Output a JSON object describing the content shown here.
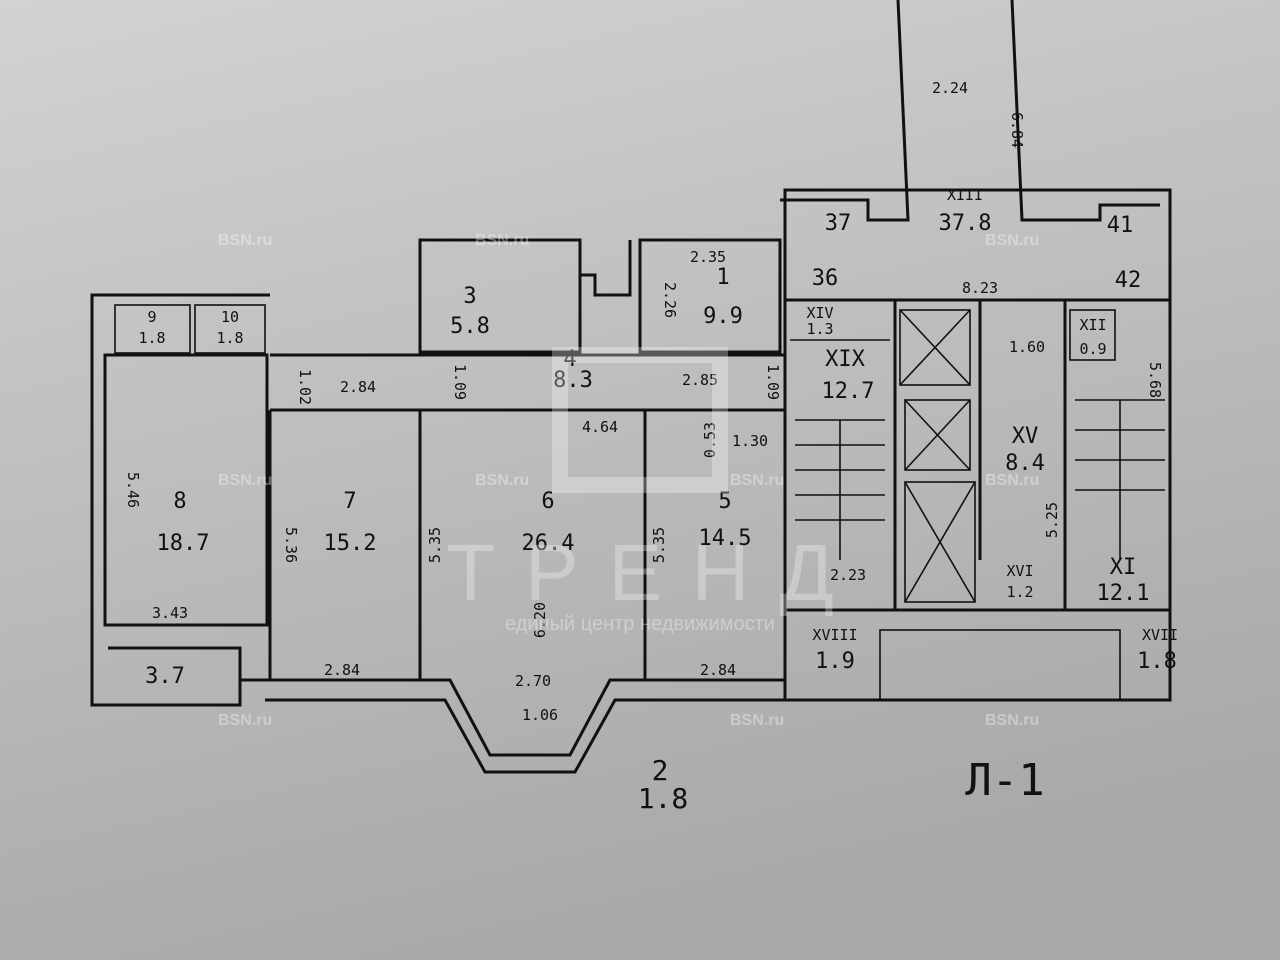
{
  "plan_id": "Л-1",
  "rooms": [
    {
      "num": "1",
      "area": "9.9"
    },
    {
      "num": "2",
      "area": "1.8"
    },
    {
      "num": "3",
      "area": "5.8"
    },
    {
      "num": "4",
      "area": "8.3"
    },
    {
      "num": "5",
      "area": "14.5"
    },
    {
      "num": "6",
      "area": "26.4"
    },
    {
      "num": "7",
      "area": "15.2"
    },
    {
      "num": "8",
      "area": "18.7"
    },
    {
      "num": "9",
      "area": "1.8"
    },
    {
      "num": "10",
      "area": "1.8"
    },
    {
      "num": "XIII",
      "area": "37.8"
    },
    {
      "num": "XIV",
      "area": "1.3"
    },
    {
      "num": "XIX",
      "area": "12.7"
    },
    {
      "num": "XII",
      "area": "0.9"
    },
    {
      "num": "XV",
      "area": "8.4"
    },
    {
      "num": "XVI",
      "area": "1.2"
    },
    {
      "num": "XI",
      "area": "12.1"
    },
    {
      "num": "XVIII",
      "area": "1.9"
    },
    {
      "num": "XVII",
      "area": "1.8"
    }
  ],
  "balcony_area": "3.7",
  "marks": [
    "37",
    "36",
    "41",
    "42"
  ],
  "dimensions": [
    "2.24",
    "6.84",
    "8.23",
    "2.35",
    "2.26",
    "1.60",
    "5.68",
    "1.02",
    "2.84",
    "1.09",
    "2.85",
    "1.09",
    "4.64",
    "0.53",
    "1.30",
    "5.46",
    "5.36",
    "5.35",
    "5.35",
    "6.20",
    "2.23",
    "5.25",
    "3.43",
    "2.84",
    "2.70",
    "2.84",
    "1.06"
  ],
  "watermarks": {
    "brand": "BSN.ru",
    "logo": "ТРЕНД",
    "tagline": "единый центр недвижимости"
  }
}
